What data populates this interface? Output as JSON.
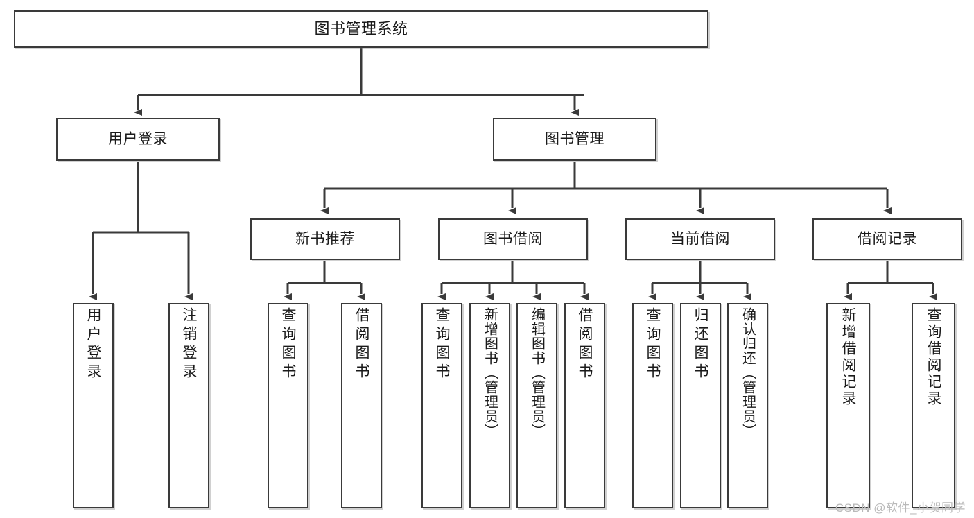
{
  "diagram": {
    "type": "tree-hierarchy",
    "title": "图书管理系统",
    "watermark": "CSDN @软件_小贺同学",
    "colors": {
      "box_border": "#3a3a3a",
      "box_fill": "#ffffff",
      "edge": "#3a3a3a",
      "text": "#1a1a1a",
      "watermark": "#b9b9b9"
    },
    "nodes": {
      "root": {
        "label": "图书管理系统",
        "level": 1,
        "orientation": "horizontal"
      },
      "l2": [
        {
          "id": "user-login",
          "label": "用户登录",
          "level": 2,
          "orientation": "horizontal"
        },
        {
          "id": "book-manage",
          "label": "图书管理",
          "level": 2,
          "orientation": "horizontal"
        }
      ],
      "l3": [
        {
          "id": "new-book-rec",
          "label": "新书推荐",
          "level": 3,
          "orientation": "horizontal",
          "parent": "book-manage"
        },
        {
          "id": "book-borrow",
          "label": "图书借阅",
          "level": 3,
          "orientation": "horizontal",
          "parent": "book-manage"
        },
        {
          "id": "current-borrow",
          "label": "当前借阅",
          "level": 3,
          "orientation": "horizontal",
          "parent": "book-manage"
        },
        {
          "id": "borrow-record",
          "label": "借阅记录",
          "level": 3,
          "orientation": "horizontal",
          "parent": "book-manage"
        }
      ],
      "leaves": [
        {
          "id": "leaf-user-login",
          "label": "用户登录",
          "parent": "user-login",
          "orientation": "vertical"
        },
        {
          "id": "leaf-user-logout",
          "label": "注销登录",
          "parent": "user-login",
          "orientation": "vertical"
        },
        {
          "id": "leaf-query-book-1",
          "label": "查询图书",
          "parent": "new-book-rec",
          "orientation": "vertical"
        },
        {
          "id": "leaf-borrow-book-1",
          "label": "借阅图书",
          "parent": "new-book-rec",
          "orientation": "vertical"
        },
        {
          "id": "leaf-query-book-2",
          "label": "查询图书",
          "parent": "book-borrow",
          "orientation": "vertical"
        },
        {
          "id": "leaf-add-book",
          "label": "新增图书（管理员）",
          "parent": "book-borrow",
          "orientation": "vertical"
        },
        {
          "id": "leaf-edit-book",
          "label": "编辑图书（管理员）",
          "parent": "book-borrow",
          "orientation": "vertical"
        },
        {
          "id": "leaf-borrow-book-2",
          "label": "借阅图书",
          "parent": "book-borrow",
          "orientation": "vertical"
        },
        {
          "id": "leaf-query-book-3",
          "label": "查询图书",
          "parent": "current-borrow",
          "orientation": "vertical"
        },
        {
          "id": "leaf-return-book",
          "label": "归还图书",
          "parent": "current-borrow",
          "orientation": "vertical"
        },
        {
          "id": "leaf-confirm-return",
          "label": "确认归还（管理员）",
          "parent": "current-borrow",
          "orientation": "vertical"
        },
        {
          "id": "leaf-add-record",
          "label": "新增借阅记录",
          "parent": "borrow-record",
          "orientation": "vertical"
        },
        {
          "id": "leaf-query-record",
          "label": "查询借阅记录",
          "parent": "borrow-record",
          "orientation": "vertical"
        }
      ]
    }
  }
}
